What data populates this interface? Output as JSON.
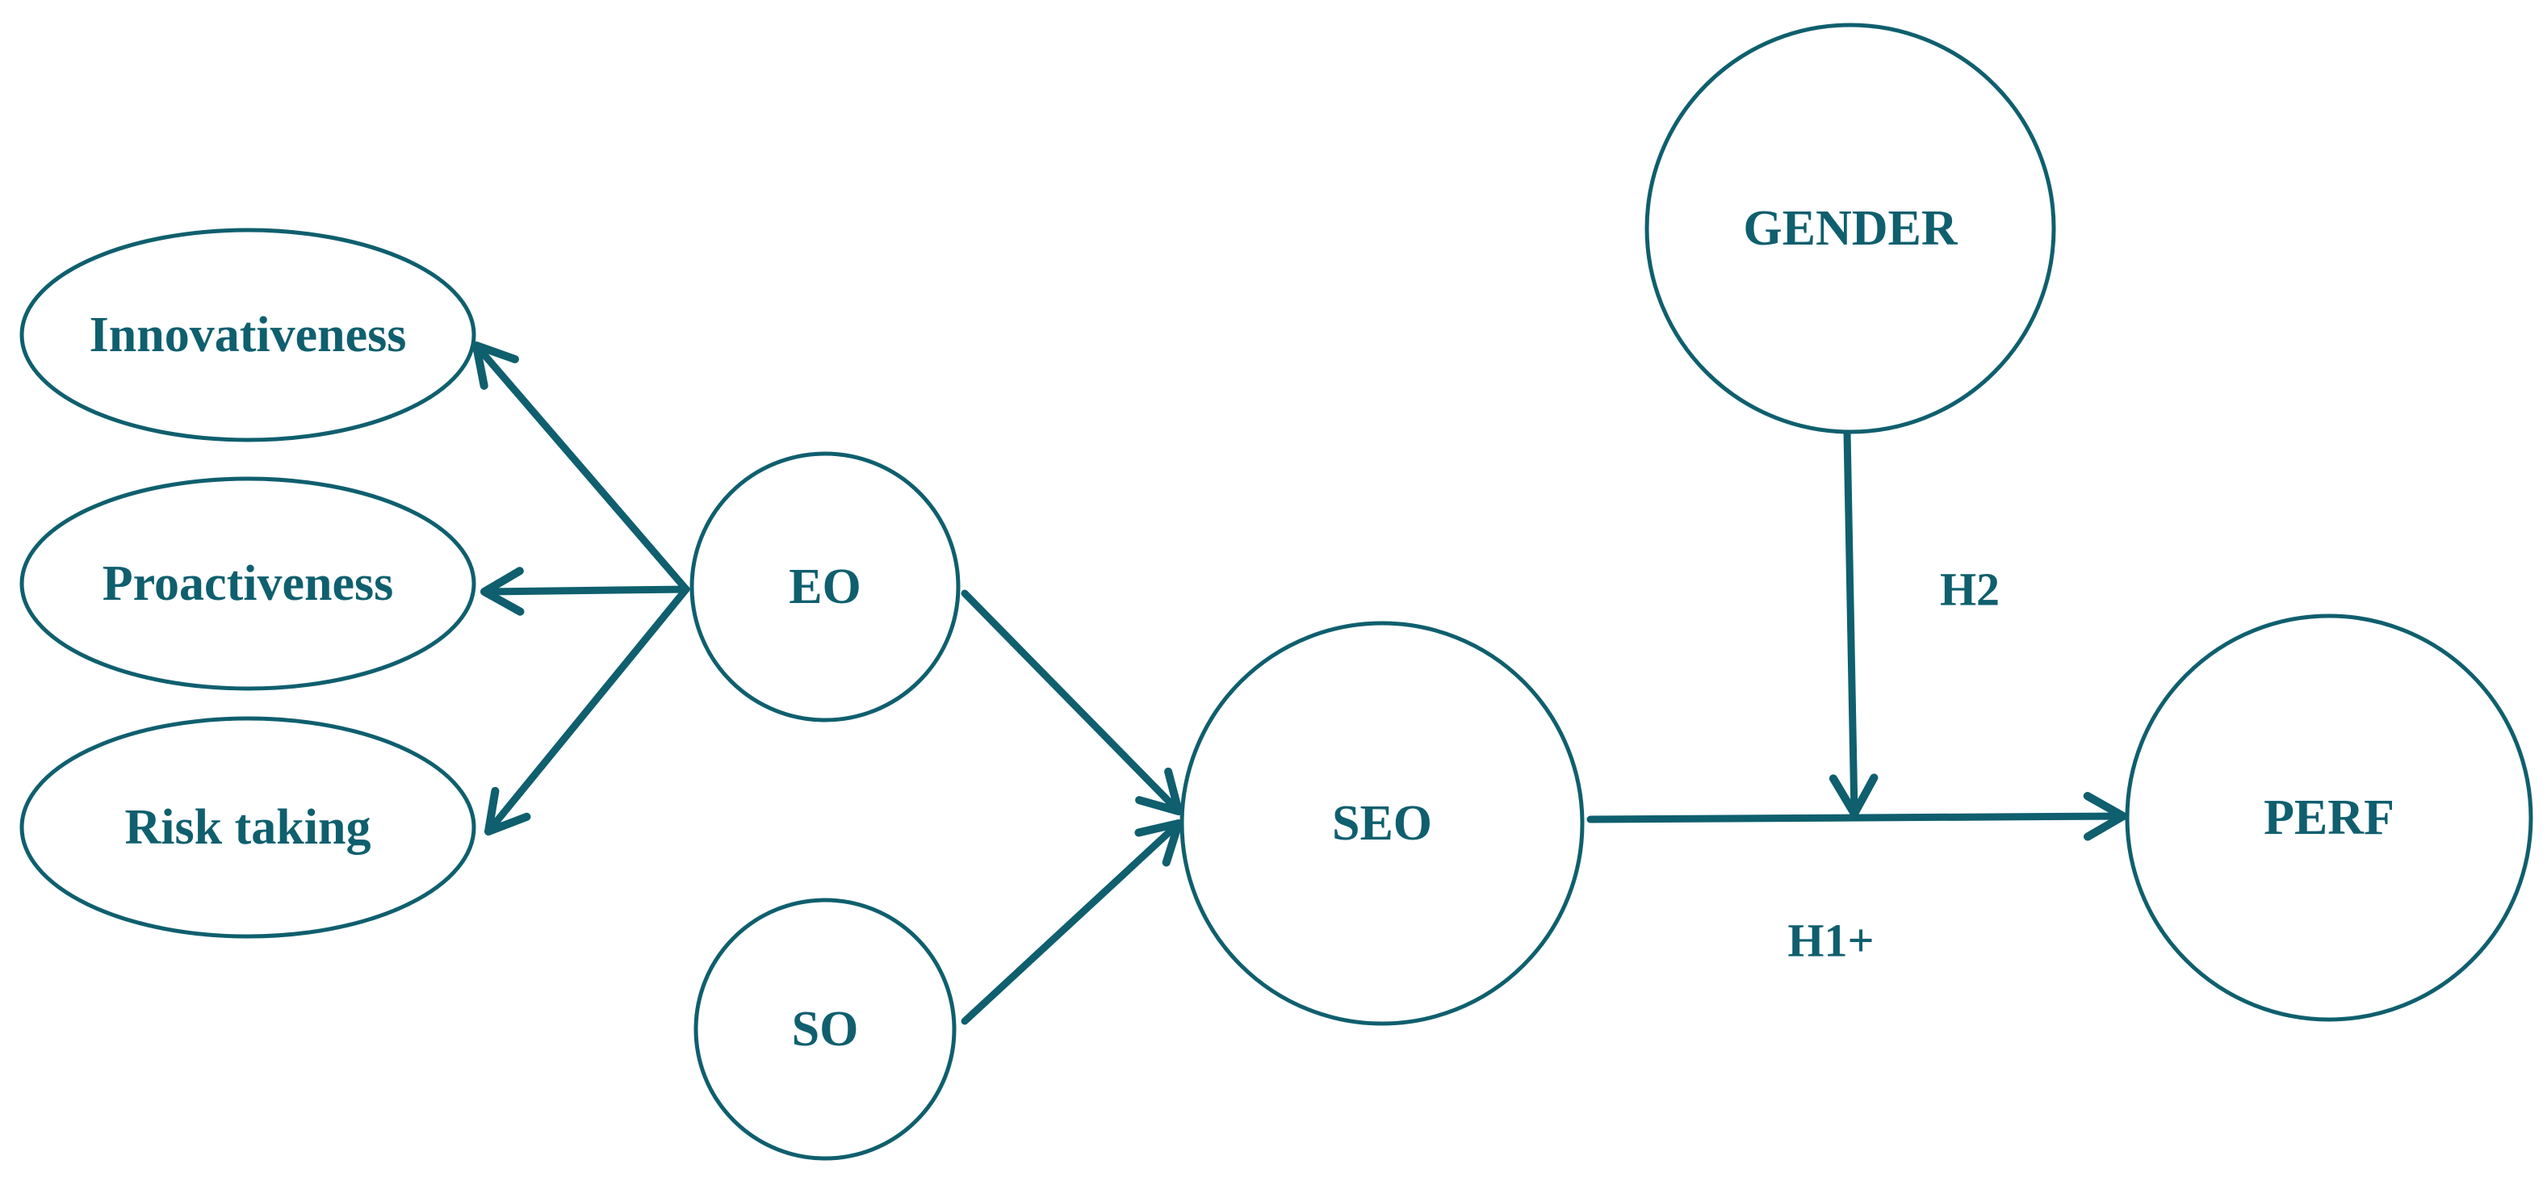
{
  "colors": {
    "primary": "#0f5f6e",
    "background": "#ffffff"
  },
  "nodes": {
    "innovativeness": "Innovativeness",
    "proactiveness": "Proactiveness",
    "risk_taking": "Risk taking",
    "eo": "EO",
    "so": "SO",
    "seo": "SEO",
    "gender": "GENDER",
    "perf": "PERF"
  },
  "edges": [
    {
      "from": "eo",
      "to": "innovativeness"
    },
    {
      "from": "eo",
      "to": "proactiveness"
    },
    {
      "from": "eo",
      "to": "risk_taking"
    },
    {
      "from": "eo",
      "to": "seo"
    },
    {
      "from": "so",
      "to": "seo"
    },
    {
      "from": "seo",
      "to": "perf",
      "label": "H1+"
    },
    {
      "from": "gender",
      "to": "seo-perf-path",
      "label": "H2"
    }
  ],
  "edge_labels": {
    "h1": "H1+",
    "h2": "H2"
  }
}
